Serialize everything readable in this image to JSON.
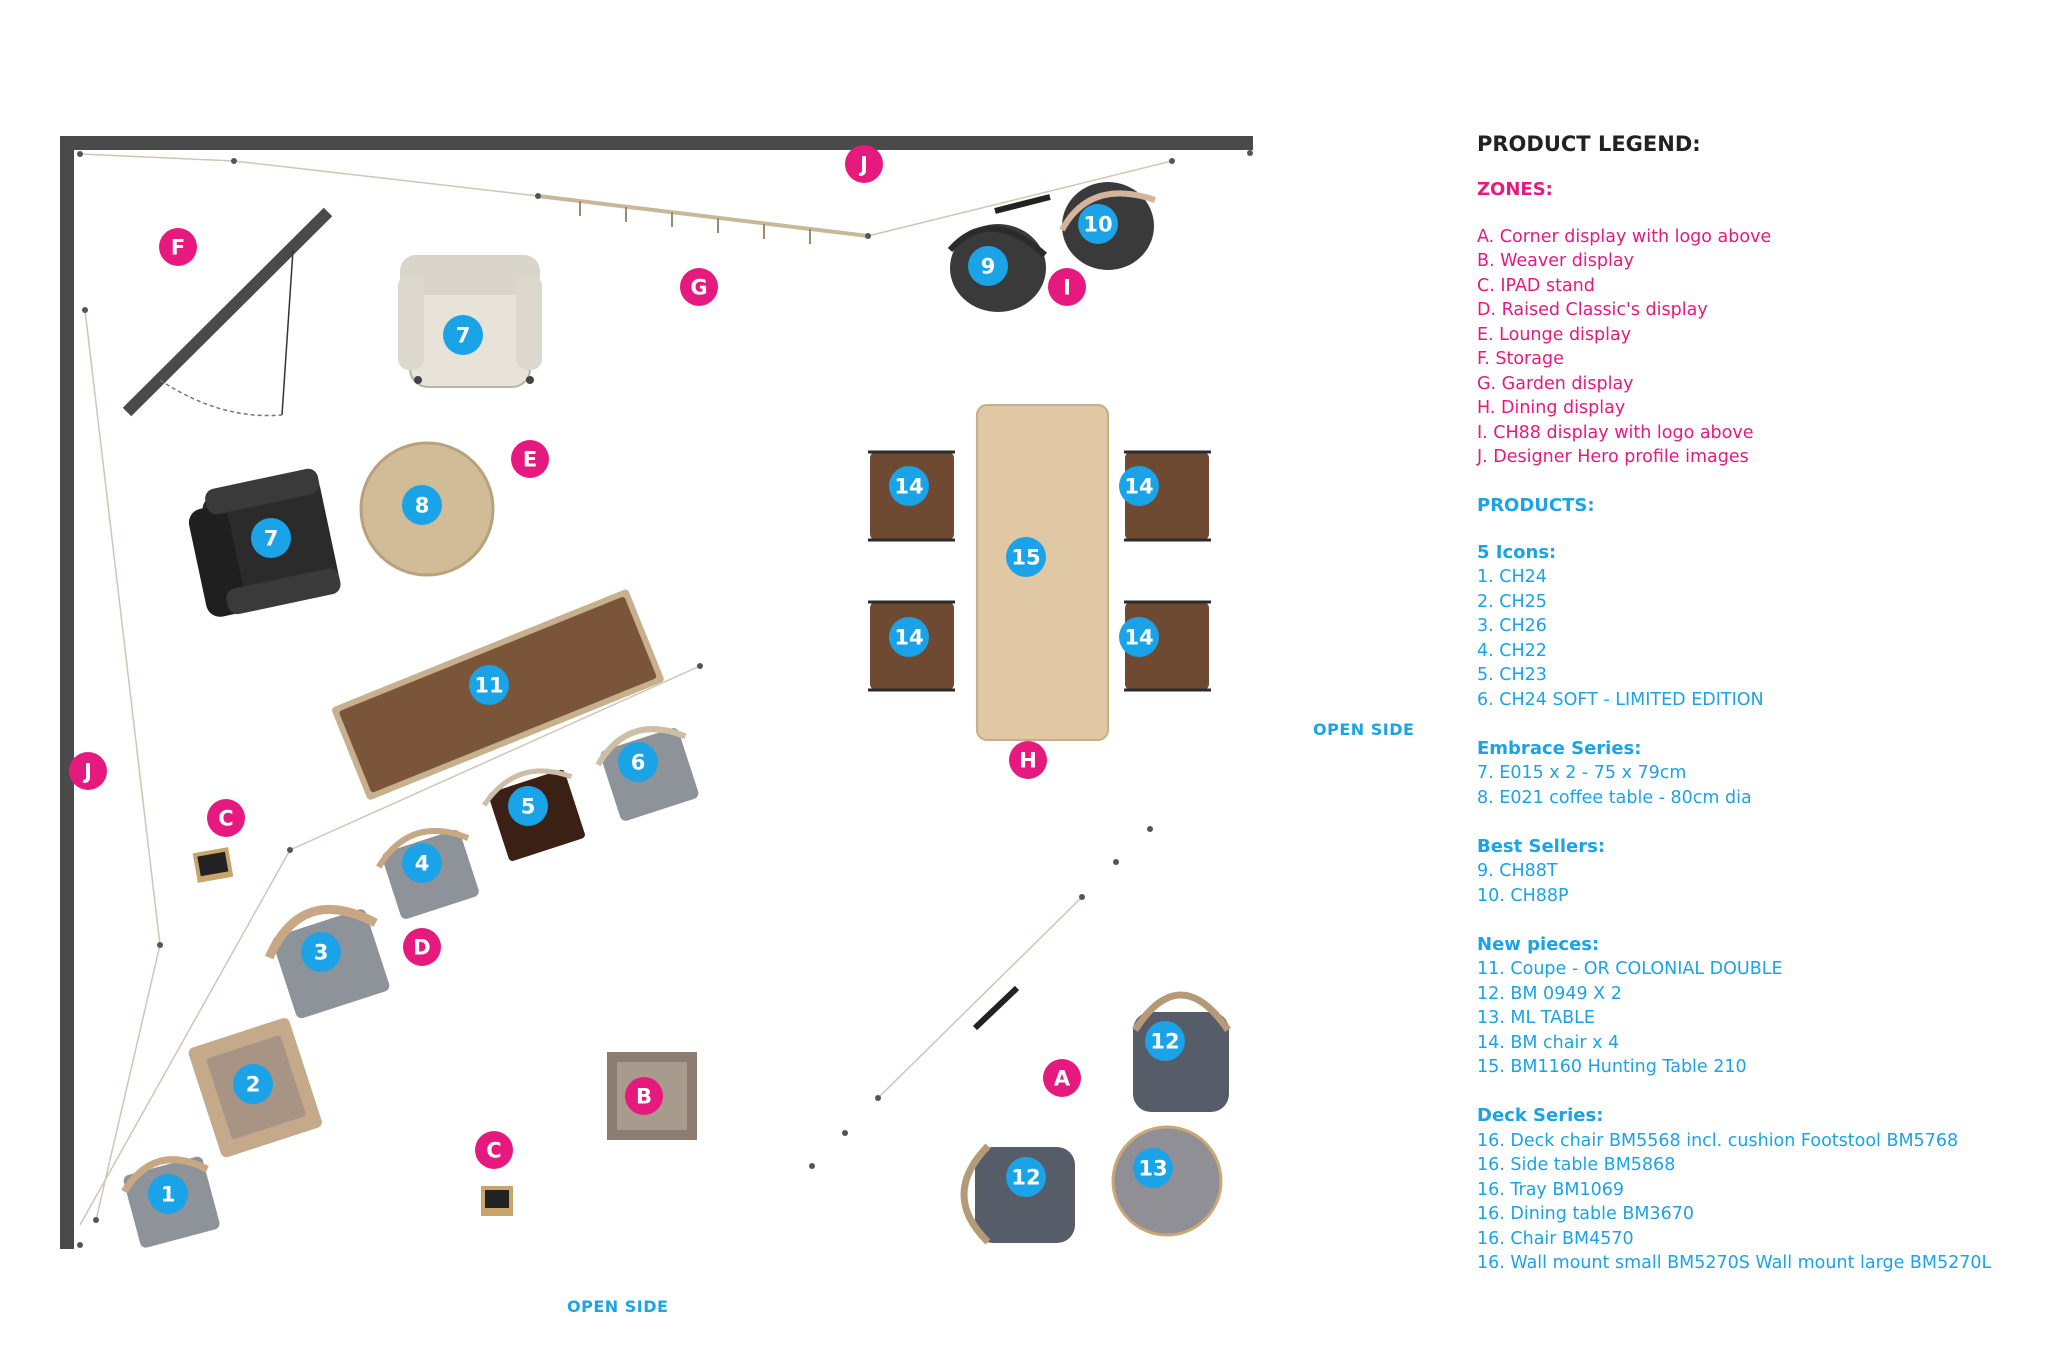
{
  "legend": {
    "title": "PRODUCT LEGEND:",
    "zones_heading": "ZONES:",
    "zones": [
      "A. Corner display with logo above",
      "B. Weaver display",
      "C. IPAD stand",
      "D. Raised Classic's display",
      "E. Lounge display",
      "F. Storage",
      "G. Garden display",
      "H. Dining display",
      "I. CH88 display with logo above",
      "J. Designer Hero profile images"
    ],
    "products_heading": "PRODUCTS:",
    "groups": [
      {
        "heading": "5 Icons:",
        "items": [
          "1. CH24",
          "2. CH25",
          "3. CH26",
          "4. CH22",
          "5. CH23",
          "6. CH24 SOFT - LIMITED EDITION"
        ]
      },
      {
        "heading": "Embrace Series:",
        "items": [
          "7. E015 x 2  - 75 x 79cm",
          "8. E021 coffee table  - 80cm dia"
        ]
      },
      {
        "heading": "Best Sellers:",
        "items": [
          "9. CH88T",
          "10. CH88P"
        ]
      },
      {
        "heading": "New pieces:",
        "items": [
          "11. Coupe - OR COLONIAL DOUBLE",
          "12. BM 0949 X 2",
          "13. ML TABLE",
          "14. BM chair x 4",
          "15. BM1160 Hunting Table 210"
        ]
      },
      {
        "heading": "Deck Series:",
        "items": [
          "16. Deck chair BM5568 incl. cushion Footstool BM5768",
          "16. Side table BM5868",
          "16. Tray BM1069",
          "16. Dining table BM3670",
          "16. Chair BM4570",
          "16. Wall mount small BM5270S Wall mount large BM5270L"
        ]
      }
    ]
  },
  "labels": {
    "open_side_bottom": "OPEN SIDE",
    "open_side_right": "OPEN SIDE"
  },
  "zone_markers": [
    "A",
    "B",
    "C",
    "C",
    "D",
    "E",
    "F",
    "G",
    "H",
    "I",
    "J",
    "J"
  ],
  "product_markers": [
    "1",
    "2",
    "3",
    "4",
    "5",
    "6",
    "7",
    "7",
    "8",
    "9",
    "10",
    "11",
    "12",
    "12",
    "13",
    "14",
    "14",
    "14",
    "14",
    "15"
  ],
  "colors": {
    "zone_marker": "#e6197e",
    "product_marker": "#1aa3e6",
    "wall": "#4a4a4a",
    "zone_text": "#e6197e",
    "product_text": "#1aa3e6",
    "heading_text": "#222222"
  }
}
